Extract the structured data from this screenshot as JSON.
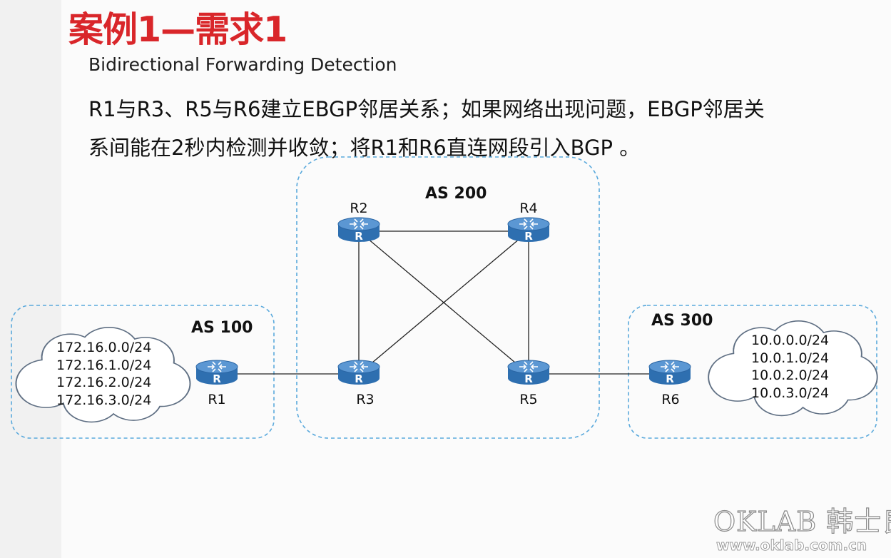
{
  "slide": {
    "title": "案例1—需求1",
    "subtitle": "Bidirectional Forwarding Detection",
    "requirement_lines": [
      "R1与R3、R5与R6建立EBGP邻居关系；如果网络出现问题，EBGP邻居关",
      "系间能在2秒内检测并收敛；将R1和R6直连网段引入BGP 。"
    ]
  },
  "diagram": {
    "areas": {
      "as100": "AS 100",
      "as200": "AS 200",
      "as300": "AS 300"
    },
    "routers": {
      "r1": "R1",
      "r2": "R2",
      "r3": "R3",
      "r4": "R4",
      "r5": "R5",
      "r6": "R6",
      "icon_glyph": "R"
    },
    "networks": {
      "as100": [
        "172.16.0.0/24",
        "172.16.1.0/24",
        "172.16.2.0/24",
        "172.16.3.0/24"
      ],
      "as300": [
        "10.0.0.0/24",
        "10.0.1.0/24",
        "10.0.2.0/24",
        "10.0.3.0/24"
      ]
    },
    "links": [
      [
        "R1",
        "R3"
      ],
      [
        "R2",
        "R4"
      ],
      [
        "R2",
        "R3"
      ],
      [
        "R2",
        "R5"
      ],
      [
        "R4",
        "R3"
      ],
      [
        "R4",
        "R5"
      ],
      [
        "R5",
        "R6"
      ]
    ],
    "colors": {
      "area_border": "#5aa9dc",
      "router_top": "#4a88c9",
      "router_body": "#2e6fb0",
      "link": "#222222"
    }
  },
  "watermark": {
    "brand": "OKLAB 韩士良",
    "url": "www.oklab.com.cn"
  }
}
